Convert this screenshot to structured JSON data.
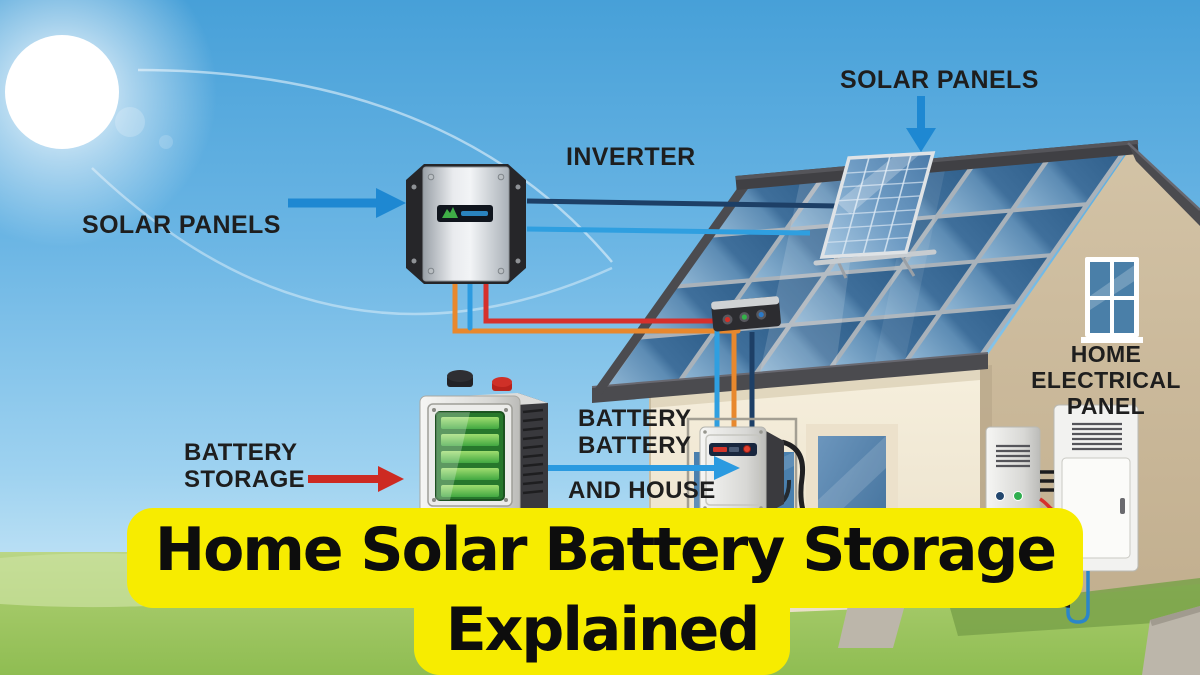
{
  "banner": {
    "line1": "Home Solar Battery Storage",
    "line2": "Explained",
    "bg_color": "#f7ec00",
    "text_color": "#0d0d0d"
  },
  "labels": {
    "solar_panels_left": "SOLAR PANELS",
    "solar_panels_top": "SOLAR PANELS",
    "inverter": "INVERTER",
    "battery_storage": [
      "BATTERY",
      "STORAGE"
    ],
    "battery_battery": [
      "BATTERY",
      "BATTERY"
    ],
    "and_house": "AND HOUSE",
    "home_electrical_panel": [
      "HOME",
      "ELECTRICAL",
      "PANEL"
    ]
  },
  "arrows": {
    "solar_to_inverter_color": "#1e88d2",
    "panels_pointer_color": "#1e88d2",
    "battery_storage_pointer_color": "#cd2a22",
    "battery_to_house_color": "#2b9ae0"
  },
  "wires": {
    "dc_navy": "#1d3f66",
    "dc_light_blue": "#2f9fe0",
    "ac_red": "#d6302c",
    "ac_orange": "#e8882d",
    "ground_black": "#1c1c1e"
  },
  "scene_colors": {
    "sky_top": "#47a0d8",
    "sky_horizon": "#dff2fb",
    "sun": "#ffffff",
    "grass": "#9cc25e",
    "roof": "#4b4b4f",
    "panel_cell_blue": "#3f6f9b",
    "front_wall": "#f2ead8",
    "gable_wall": "#cbb997",
    "battery_gauge_green": "#4bb14b",
    "banner_yellow": "#f7ec00"
  },
  "components": {
    "sun": "sun",
    "inverter_unit": "solar-inverter-box",
    "rooftop_array": "roof-solar-panel-array",
    "tilted_panel": "mounted-solar-panel",
    "junction_box": "roof-junction-box",
    "battery_unit": "battery-storage-unit",
    "meter_box": "house-meter-box",
    "small_panel_box": "electrical-sub-panel",
    "large_panel_box": "electrical-main-panel",
    "house": "house-with-solar-roof"
  }
}
